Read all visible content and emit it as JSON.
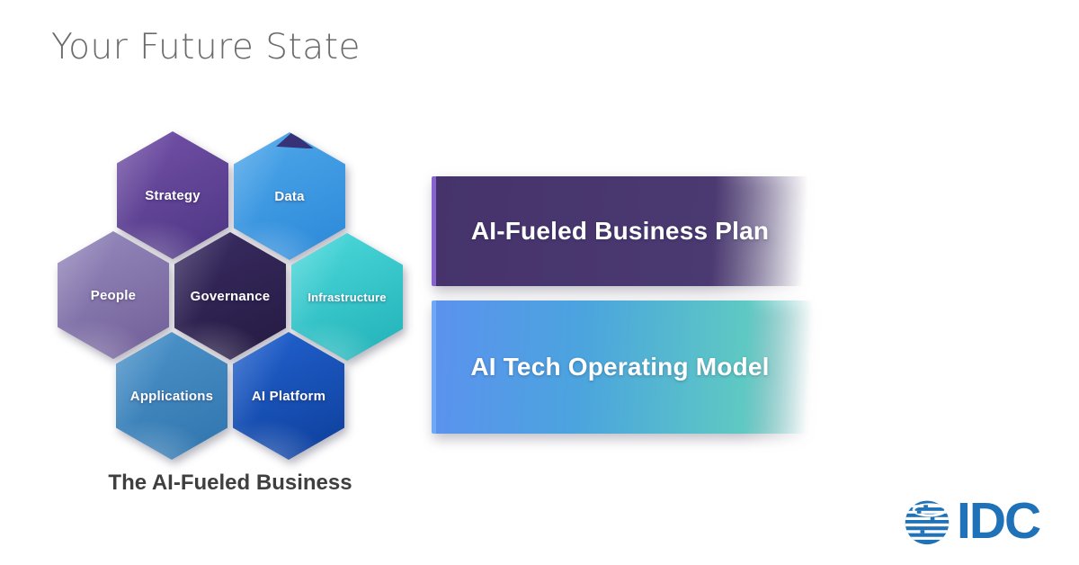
{
  "title": "Your Future State",
  "honeycomb": {
    "caption": "The AI-Fueled Business",
    "cells": [
      {
        "id": "strategy",
        "label": "Strategy",
        "color_top": "#7451A8",
        "color_bottom": "#4C3582"
      },
      {
        "id": "data",
        "label": "Data",
        "color_top": "#4FA8EA",
        "color_bottom": "#2B88D8"
      },
      {
        "id": "people",
        "label": "People",
        "color_top": "#978BBE",
        "color_bottom": "#6F5D96"
      },
      {
        "id": "governance",
        "label": "Governance",
        "color_top": "#3A2C63",
        "color_bottom": "#241A41"
      },
      {
        "id": "infrastructure",
        "label": "Infrastructure",
        "color_top": "#4EDADC",
        "color_bottom": "#1FB0B6"
      },
      {
        "id": "applications",
        "label": "Applications",
        "color_top": "#4E95CC",
        "color_bottom": "#2F74AC"
      },
      {
        "id": "ai_platform",
        "label": "AI Platform",
        "color_top": "#2263D0",
        "color_bottom": "#0D3E9A"
      }
    ]
  },
  "banners": [
    {
      "label": "AI-Fueled Business Plan",
      "color_start": "#46336B",
      "color_end": "#4B3971",
      "edge_color": "#8763D0"
    },
    {
      "label": "AI Tech Operating Model",
      "color_start": "#5B92EE",
      "color_end": "#5EC9C3",
      "edge_color": "#70A8F6"
    }
  ],
  "logo": {
    "text": "IDC",
    "color": "#1F72B8",
    "icon": "globe-icon"
  }
}
